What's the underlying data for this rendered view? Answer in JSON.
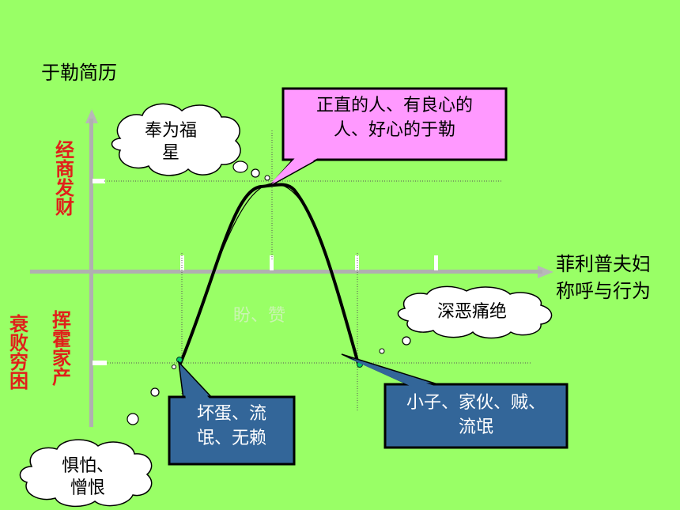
{
  "title": "于勒简历",
  "axis": {
    "y_positive": "经商发财",
    "y_negative_1": "挥霍家产",
    "y_negative_2": "衰败穷困",
    "x_label_line1": "菲利普夫妇",
    "x_label_line2": "称呼与行为"
  },
  "faded_text": "盼、赞",
  "callouts": {
    "peak_line1": "正直的人、有良心的",
    "peak_line2": "人、好心的于勒",
    "left_line1": "坏蛋、流",
    "left_line2": "氓、无赖",
    "right_line1": "小子、家伙、贼、",
    "right_line2": "流氓"
  },
  "clouds": {
    "top_line1": "奉为福",
    "top_line2": "星",
    "right": "深恶痛绝",
    "bottom_line1": "惧怕、",
    "bottom_line2": "憎恨"
  },
  "colors": {
    "background": "#99ff66",
    "peak_box": "#ff99ff",
    "dark_box": "#336699",
    "red_text": "#e0201a",
    "axis": "#b0b0b0"
  }
}
